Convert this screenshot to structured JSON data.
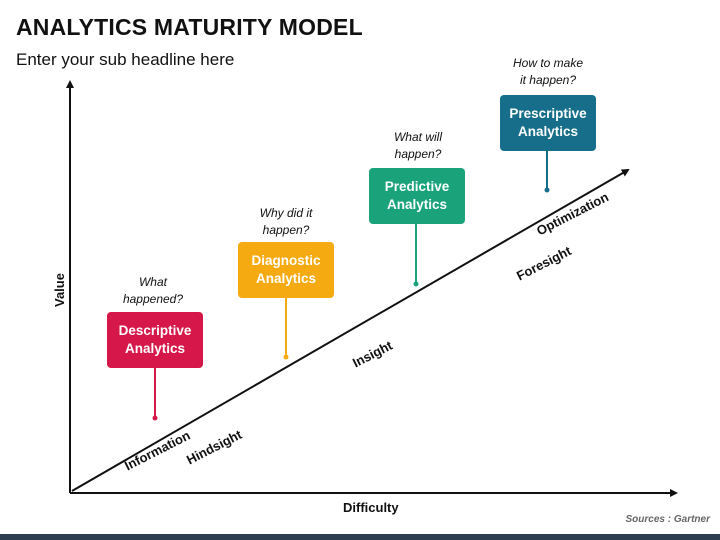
{
  "header": {
    "title": "ANALYTICS MATURITY MODEL",
    "subtitle": "Enter your sub headline here"
  },
  "axes": {
    "x_label": "Difficulty",
    "y_label": "Value"
  },
  "stages": [
    "Information",
    "Hindsight",
    "Insight",
    "Foresight",
    "Optimization"
  ],
  "boxes": [
    {
      "line1": "Descriptive",
      "line2": "Analytics",
      "question1": "What",
      "question2": "happened?",
      "color": "#d6174a"
    },
    {
      "line1": "Diagnostic",
      "line2": "Analytics",
      "question1": "Why did it",
      "question2": "happen?",
      "color": "#f4aa10"
    },
    {
      "line1": "Predictive",
      "line2": "Analytics",
      "question1": "What will",
      "question2": "happen?",
      "color": "#1aa37b"
    },
    {
      "line1": "Prescriptive",
      "line2": "Analytics",
      "question1": "How to make",
      "question2": "it happen?",
      "color": "#166e8a"
    }
  ],
  "footer": {
    "source": "Sources : Gartner"
  }
}
